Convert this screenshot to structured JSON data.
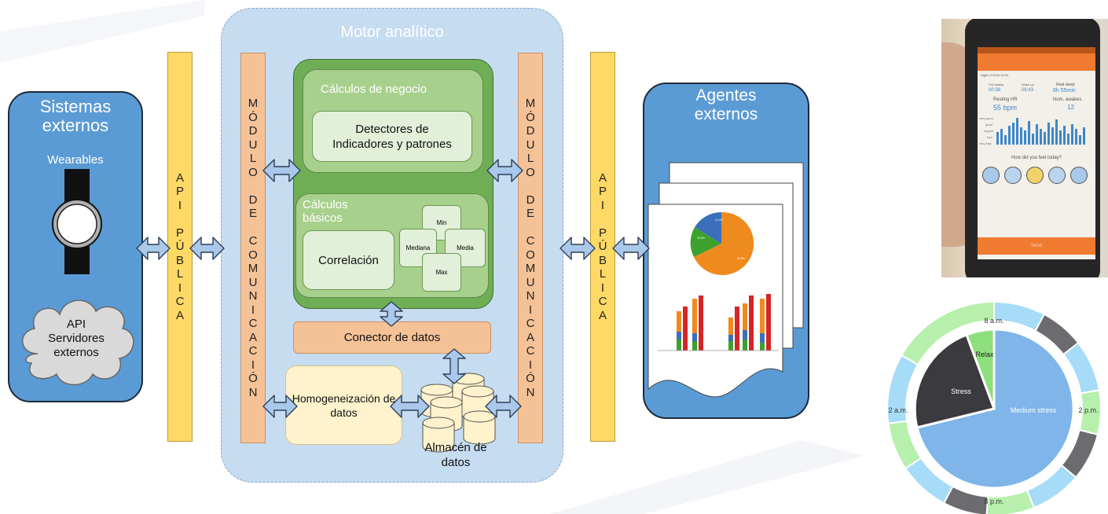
{
  "external_systems": {
    "title": "Sistemas externos",
    "wearables_label": "Wearables",
    "cloud_label": "API Servidores externos"
  },
  "api_left": {
    "letters": [
      "A",
      "P",
      "I",
      "",
      "P",
      "Ú",
      "B",
      "L",
      "I",
      "C",
      "A"
    ]
  },
  "api_right": {
    "letters": [
      "A",
      "P",
      "I",
      "",
      "P",
      "Ú",
      "B",
      "L",
      "I",
      "C",
      "A"
    ]
  },
  "engine": {
    "title": "Motor analítico",
    "comm_module_letters": [
      "M",
      "Ó",
      "D",
      "U",
      "L",
      "O",
      "",
      "D",
      "E",
      "",
      "C",
      "O",
      "M",
      "U",
      "N",
      "I",
      "C",
      "A",
      "C",
      "I",
      "Ó",
      "N"
    ],
    "business": {
      "title": "Cálculos de negocio",
      "detector_label": "Detectores de Indicadores y patrones"
    },
    "basic": {
      "title": "Cálculos básicos",
      "correlation_label": "Correlación",
      "stats": {
        "min": "Min",
        "mediana": "Mediana",
        "media": "Media",
        "max": "Max"
      }
    },
    "connector_label": "Conector de datos",
    "homogenization_label": "Homogeneización de datos",
    "storage_label": "Almacén de datos"
  },
  "agents": {
    "title": "Agentes externos"
  },
  "report_pie": {
    "labels": [
      "14.3%",
      "19.0%",
      "66.6%"
    ]
  },
  "phone": {
    "night_of": "Night of 2016-10-04",
    "sections": [
      "Fell asleep",
      "Woke up",
      "Real sleep"
    ],
    "sleep_time": "00:38",
    "wake_time": "08:43",
    "real_sleep": "6h 55min",
    "resting_hr_label": "Resting HR",
    "resting_hr": "55 bpm",
    "awakes_label": "Num. awakes",
    "awakes": "12",
    "quality_levels": [
      "very good",
      "good",
      "regular",
      "bad",
      "very bad"
    ],
    "question": "How did you feel today?",
    "send": "Send"
  },
  "stress_clock": {
    "times": [
      "8 a.m.",
      "2 p.m.",
      "8 p.m.",
      "2 a.m."
    ],
    "slices": [
      "Relax",
      "Stress",
      "Medium stress"
    ],
    "colors": {
      "relax": "#8ee07e",
      "stress": "#3b3b3f",
      "medium": "#7fb5e8",
      "ring_green": "#b7f0ac",
      "ring_blue": "#a6dcf7",
      "ring_gray": "#6b6b70"
    }
  }
}
